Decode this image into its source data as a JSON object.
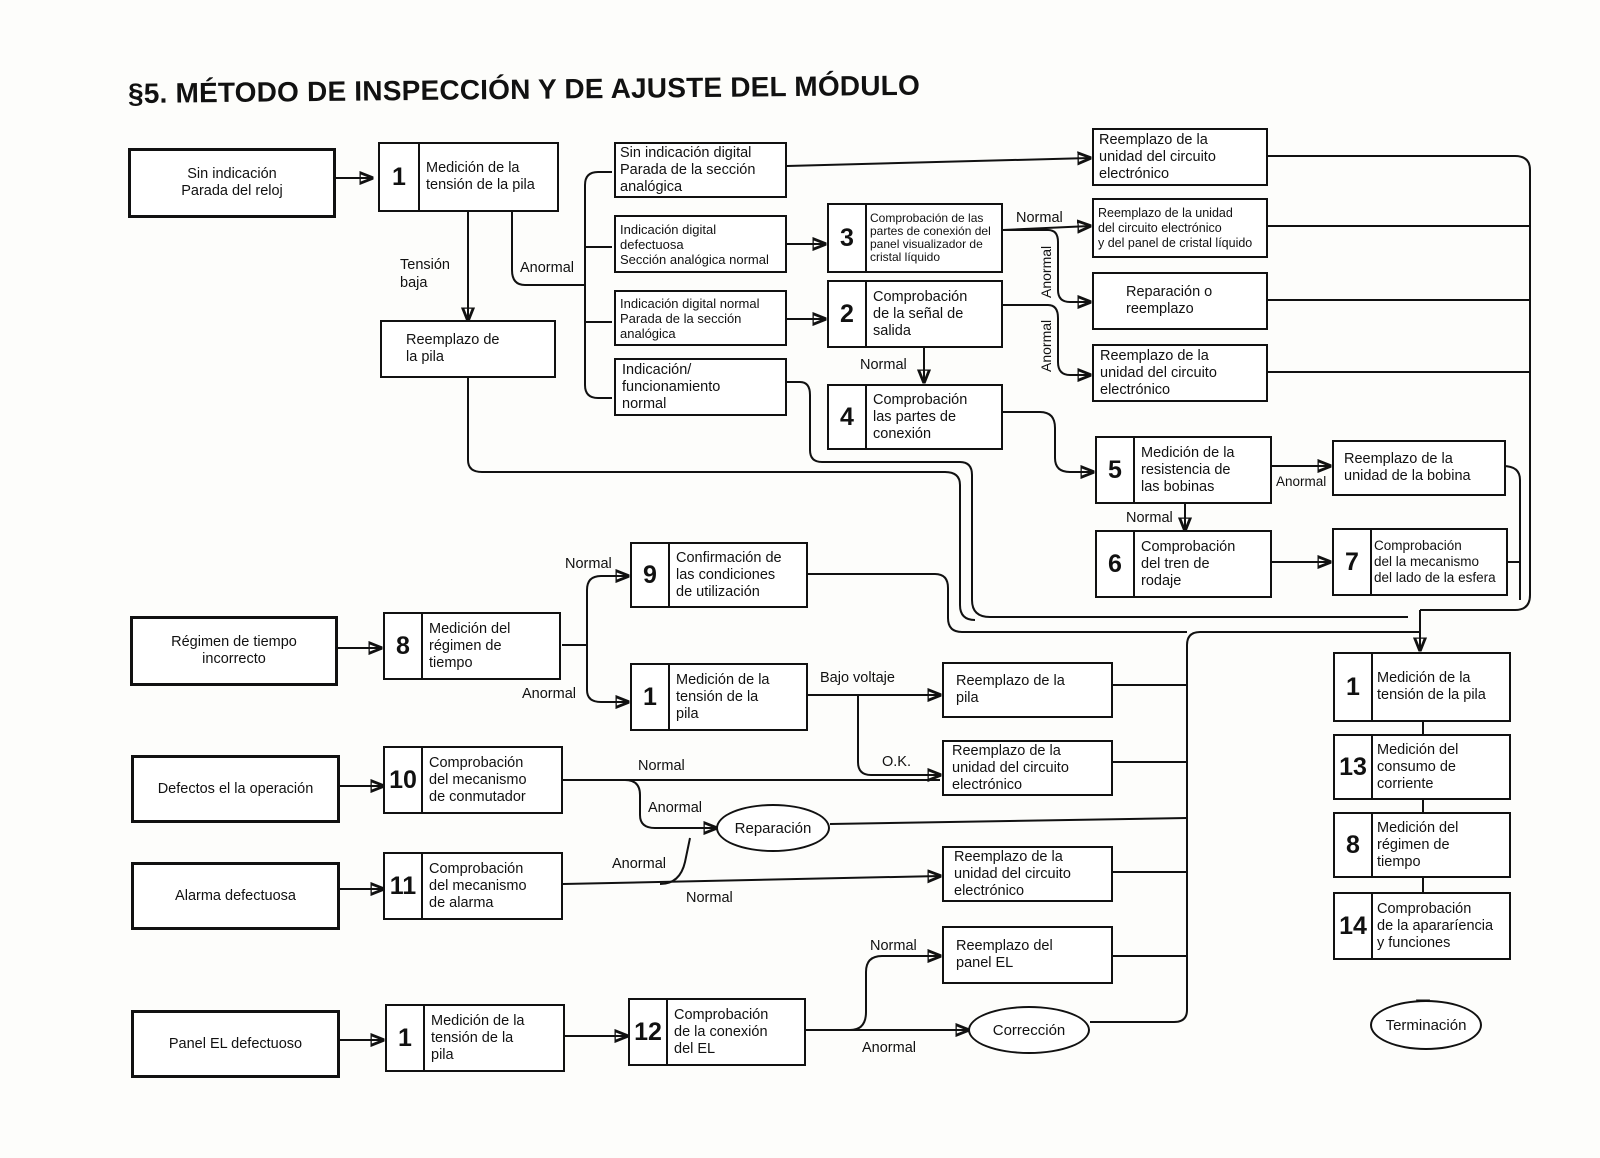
{
  "title": "§5.  MÉTODO DE INSPECCIÓN Y DE AJUSTE DEL MÓDULO",
  "symptoms": {
    "s1": "Sin indicación\nParada del reloj",
    "s2": "Régimen de tiempo\nincorrecto",
    "s3": "Defectos el la operación",
    "s4": "Alarma defectuosa",
    "s5": "Panel EL defectuoso"
  },
  "steps": {
    "p1_top": {
      "num": "1",
      "text": "Medición de la\ntensión de la pila"
    },
    "p3": {
      "num": "3",
      "text": "Comprobación de las\npartes de conexión del\npanel visualizador de\ncristal líquido"
    },
    "p2": {
      "num": "2",
      "text": "Comprobación\nde la señal de\nsalida"
    },
    "p4": {
      "num": "4",
      "text": "Comprobación\nlas partes de\nconexión"
    },
    "p5": {
      "num": "5",
      "text": "Medición de la\nresistencia de\nlas bobinas"
    },
    "p6": {
      "num": "6",
      "text": "Comprobación\ndel tren de\nrodaje"
    },
    "p7": {
      "num": "7",
      "text": "Comprobación\ndel la mecanismo\ndel lado de la esfera"
    },
    "p9": {
      "num": "9",
      "text": "Confirmación de\nlas condiciones\nde utilización"
    },
    "p8": {
      "num": "8",
      "text": "Medición del\nrégimen de\ntiempo"
    },
    "p1_mid": {
      "num": "1",
      "text": "Medición de la\ntensión de la\npila"
    },
    "p10": {
      "num": "10",
      "text": "Comprobación\ndel mecanismo\nde conmutador"
    },
    "p11": {
      "num": "11",
      "text": "Comprobación\ndel mecanismo\nde alarma"
    },
    "p1_bot": {
      "num": "1",
      "text": "Medición de la\ntensión de la\npila"
    },
    "p12": {
      "num": "12",
      "text": "Comprobación\nde la conexión\ndel EL"
    },
    "f1": {
      "num": "1",
      "text": "Medición de la\ntensión de la pila"
    },
    "f13": {
      "num": "13",
      "text": "Medición del\nconsumo de\ncorriente"
    },
    "f8": {
      "num": "8",
      "text": "Medición del\nrégimen de\ntiempo"
    },
    "f14": {
      "num": "14",
      "text": "Comprobación\nde la apararíencia\ny funciones"
    }
  },
  "conditions": {
    "c1": "Sin indicación digital\nParada de la sección\nanalógica",
    "c2": "Indicación digital\ndefectuosa\nSección analógica normal",
    "c3": "Indicación digital normal\nParada de la sección\nanalógica",
    "c4": "Indicación/\nfuncionamiento\nnormal"
  },
  "actions": {
    "a_pila": "Reemplazo de\nla pila",
    "a1": "Reemplazo de la\nunidad del circuito\nelectrónico",
    "a2": "Reemplazo de la unidad\ndel circuito electrónico\ny del panel de cristal líquido",
    "a3": "Reparación o\nreemplazo",
    "a4": "Reemplazo de la\nunidad del circuito\nelectrónico",
    "a5": "Reemplazo de la\nunidad de la bobina",
    "a6": "Reemplazo de la\npila",
    "a7": "Reemplazo de la\nunidad del circuito\nelectrónico",
    "a8": "Reemplazo de la\nunidad del circuito\nelectrónico",
    "a9": "Reemplazo del\npanel EL"
  },
  "ovals": {
    "reparacion": "Reparación",
    "correccion": "Corrección",
    "terminacion": "Terminación"
  },
  "labels": {
    "tension_baja": "Tensión\nbaja",
    "anormal": "Anormal",
    "normal": "Normal",
    "bajo_voltaje": "Bajo voltaje",
    "ok": "O.K."
  }
}
